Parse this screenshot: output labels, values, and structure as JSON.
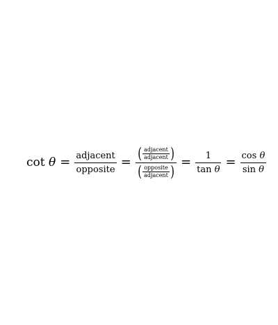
{
  "equation": {
    "lhs": {
      "func": "cot",
      "var": "θ"
    },
    "eq": "=",
    "frac1": {
      "num": "adjacent",
      "den": "opposite"
    },
    "frac2": {
      "num": {
        "lparen": "(",
        "num": "adjacent",
        "den": "adjacent",
        "rparen": ")"
      },
      "den": {
        "lparen": "(",
        "num": "opposite",
        "den": "adjacent",
        "rparen": ")"
      }
    },
    "frac3": {
      "num": "1",
      "den_func": "tan",
      "den_var": "θ"
    },
    "frac4": {
      "num_func": "cos",
      "num_var": "θ",
      "den_func": "sin",
      "den_var": "θ"
    }
  }
}
